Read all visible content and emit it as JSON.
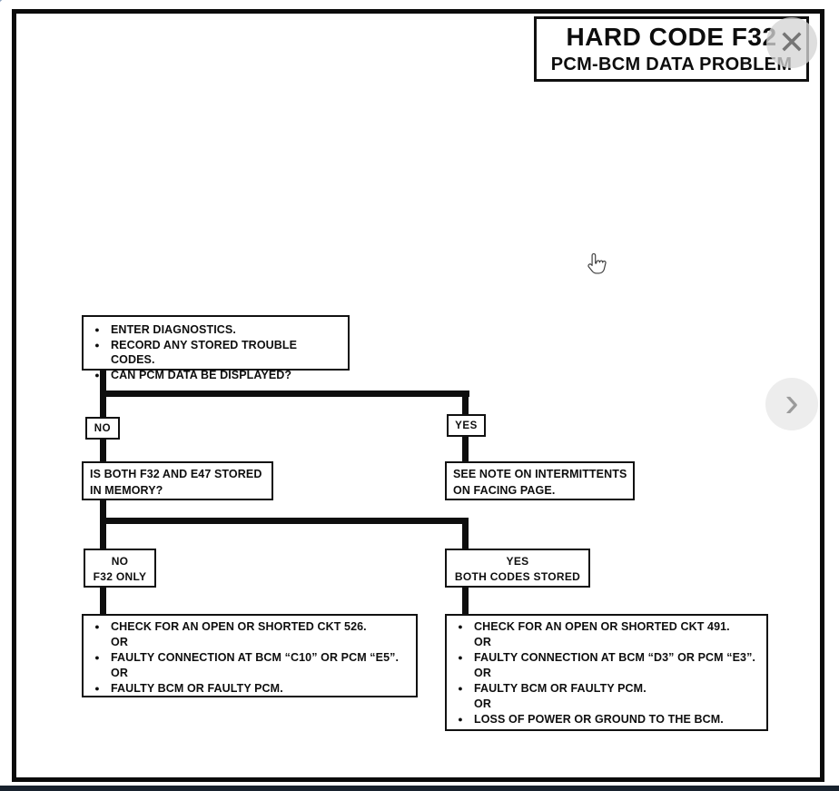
{
  "header": {
    "title_line1": "HARD CODE F32",
    "title_line2": "PCM-BCM DATA PROBLEM"
  },
  "viewer": {
    "close_label": "✕",
    "next_label": "›"
  },
  "flowchart": {
    "start_box": {
      "items": [
        {
          "bullet": true,
          "text": "ENTER DIAGNOSTICS."
        },
        {
          "bullet": true,
          "text": "RECORD ANY STORED TROUBLE CODES."
        },
        {
          "bullet": true,
          "text": "CAN PCM DATA BE DISPLAYED?"
        }
      ]
    },
    "branch1": {
      "no_label": "NO",
      "yes_label": "YES"
    },
    "question_box": {
      "lines": [
        "IS BOTH F32 AND E47 STORED",
        "IN MEMORY?"
      ]
    },
    "note_box": {
      "lines": [
        "SEE NOTE ON INTERMITTENTS",
        "ON FACING PAGE."
      ]
    },
    "no_only_box": {
      "lines": [
        "NO",
        "F32 ONLY"
      ]
    },
    "yes_both_box": {
      "lines": [
        "YES",
        "BOTH CODES STORED"
      ]
    },
    "left_result_box": {
      "items": [
        {
          "bullet": true,
          "text": "CHECK FOR AN OPEN OR SHORTED CKT 526."
        },
        {
          "bullet": false,
          "text": "OR"
        },
        {
          "bullet": true,
          "text": "FAULTY CONNECTION AT BCM “C10” OR PCM “E5”."
        },
        {
          "bullet": false,
          "text": "OR"
        },
        {
          "bullet": true,
          "text": "FAULTY BCM OR FAULTY PCM."
        }
      ]
    },
    "right_result_box": {
      "items": [
        {
          "bullet": true,
          "text": "CHECK FOR AN OPEN OR SHORTED CKT 491."
        },
        {
          "bullet": false,
          "text": "OR"
        },
        {
          "bullet": true,
          "text": "FAULTY CONNECTION AT BCM “D3” OR PCM “E3”."
        },
        {
          "bullet": false,
          "text": "OR"
        },
        {
          "bullet": true,
          "text": "FAULTY BCM OR FAULTY PCM."
        },
        {
          "bullet": false,
          "text": "OR"
        },
        {
          "bullet": true,
          "text": "LOSS OF POWER OR GROUND TO THE BCM."
        }
      ]
    }
  },
  "colors": {
    "line": "#0e0e0e",
    "box_border": "#111111",
    "frame_border": "#0b0b0b",
    "bottom_bar": "#18222e",
    "close_circle": "#d5d5d5",
    "next_circle": "#ededed",
    "icon_gray": "#9b9b9b"
  }
}
